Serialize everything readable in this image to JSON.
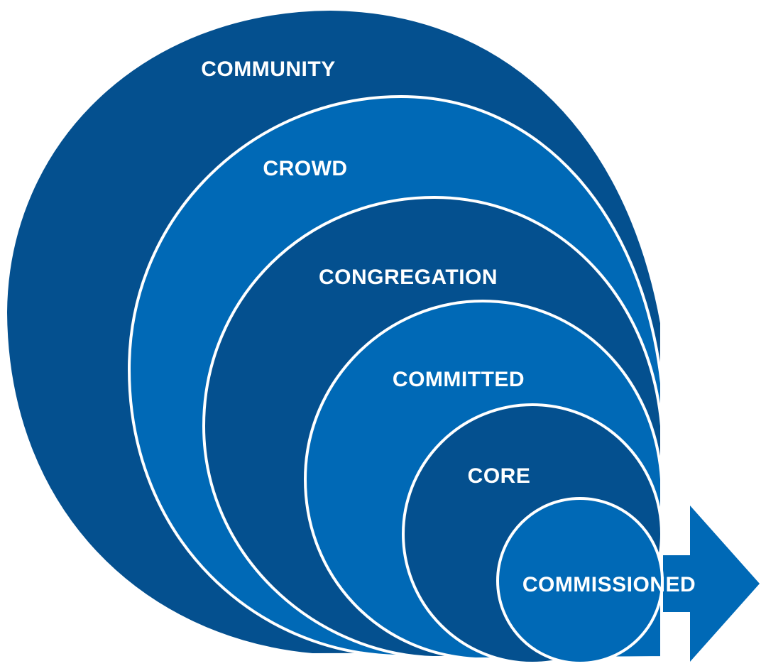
{
  "diagram": {
    "colors": {
      "dark": "#04508F",
      "light": "#0069B6",
      "stroke": "#ffffff",
      "text": "#ffffff"
    },
    "rings": [
      {
        "label": "COMMUNITY",
        "shade": "dark"
      },
      {
        "label": "CROWD",
        "shade": "light"
      },
      {
        "label": "CONGREGATION",
        "shade": "dark"
      },
      {
        "label": "COMMITTED",
        "shade": "light"
      },
      {
        "label": "CORE",
        "shade": "dark"
      },
      {
        "label": "COMMISSIONED",
        "shade": "light"
      }
    ],
    "arrow": {
      "icon": "right-arrow-icon",
      "shade": "light"
    }
  }
}
